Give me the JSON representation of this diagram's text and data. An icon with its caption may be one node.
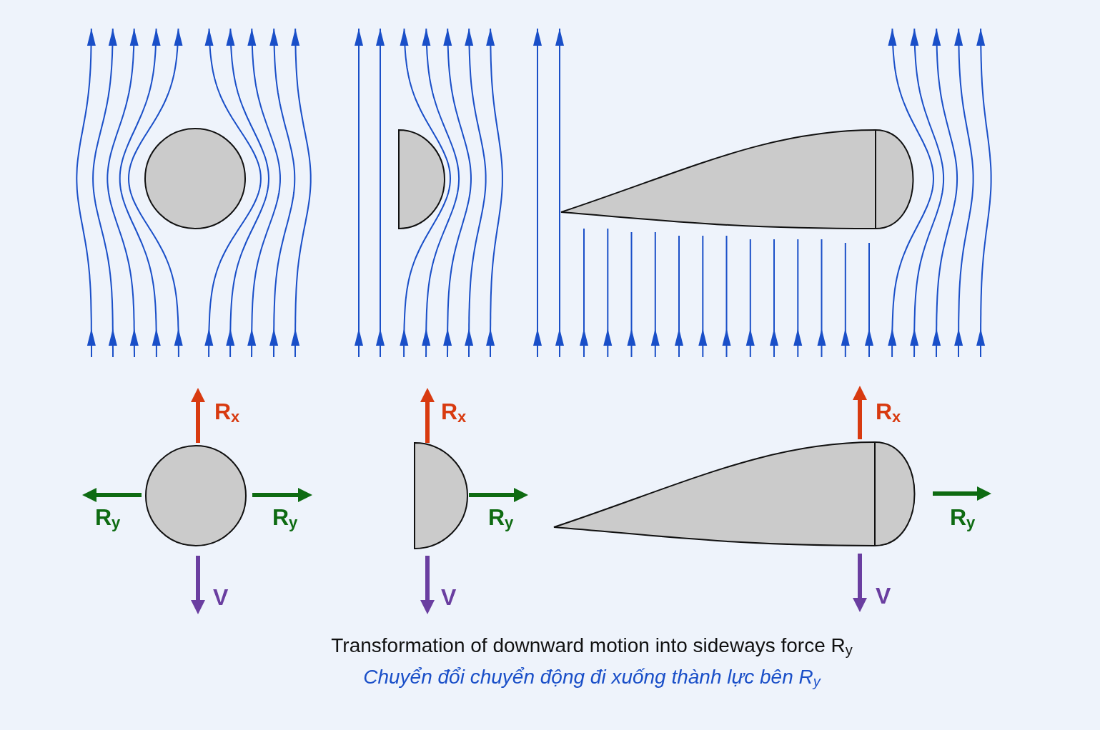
{
  "diagram": {
    "caption": "Transformation of downward motion into sideways force R$_{y}$",
    "labels": [
      "R$_{x}$",
      "R$_{x}$",
      "R$_{x}$",
      "R$_{y}$",
      "R$_{y}$",
      "R$_{y}$",
      "R$_{y}$",
      "V",
      "V",
      "V",
      "Chuyển đổi chuyển động đi xuống thành lực bên R$_{y}$"
    ]
  }
}
